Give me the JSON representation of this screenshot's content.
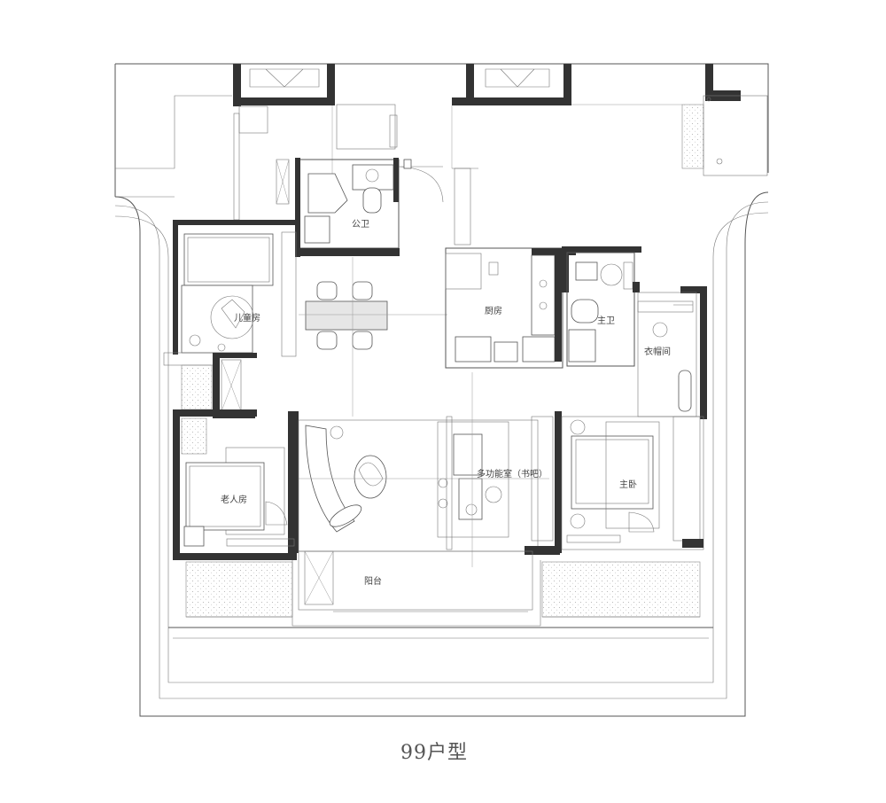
{
  "plan": {
    "caption": "99户型",
    "rooms": {
      "public_bath": "公卫",
      "child_room": "儿童房",
      "kitchen": "厨房",
      "master_bath": "主卫",
      "walk_in_closet": "衣帽间",
      "multi_room": "多功能室（书吧）",
      "elder_room": "老人房",
      "master_bedroom": "主卧",
      "balcony": "阳台"
    }
  }
}
